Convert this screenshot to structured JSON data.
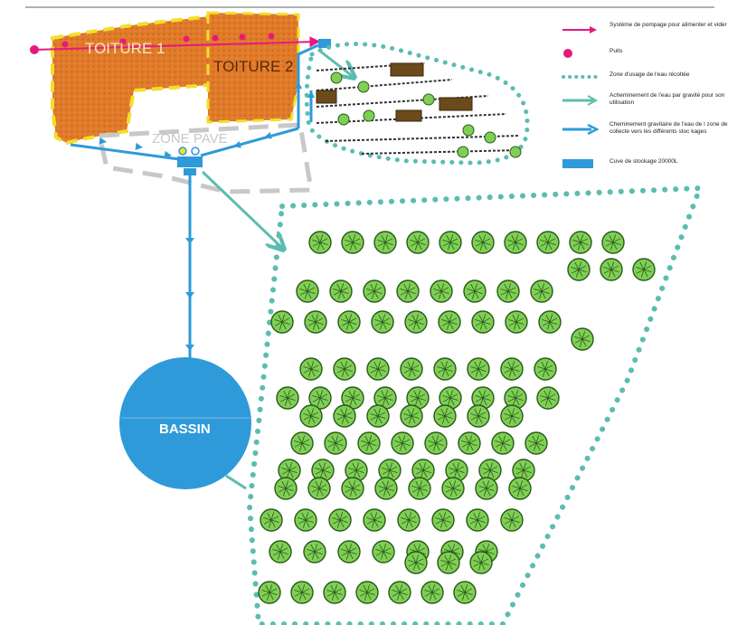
{
  "labels": {
    "roof1": "TOITURE 1",
    "roof2": "TOITURE 2",
    "paved": "ZONE PAVE",
    "pond": "BASSIN"
  },
  "legend": [
    {
      "symbol": "pumping-arrow",
      "text": "Système de pompage pour alimenter et vider"
    },
    {
      "symbol": "well-dot",
      "text": "Puits"
    },
    {
      "symbol": "dotted-zone",
      "text": "Zone d'usage de l'eau récoltée"
    },
    {
      "symbol": "gravity-arrow",
      "text": "Acheminement de l'eau par gravité pour son utilisation"
    },
    {
      "symbol": "collection-arrow",
      "text": "Cheminement gravitaire de l'eau de l zone de collecte vers les différents stoc kages"
    },
    {
      "symbol": "storage-tank",
      "text": "Cuve de stockage 20000L"
    }
  ],
  "colors": {
    "pumping": "#e6197e",
    "collection": "#2f9ad9",
    "gravity": "#5bbdb0",
    "roof_fill": "#e07b2a",
    "roof_border": "#f0e02a",
    "paved_outline": "#c8c8c8",
    "pond": "#2f9ad9",
    "tree_fill": "#7fcf55",
    "tree_outline": "#2a5a1a",
    "planter_fill": "#6b4a1c"
  }
}
